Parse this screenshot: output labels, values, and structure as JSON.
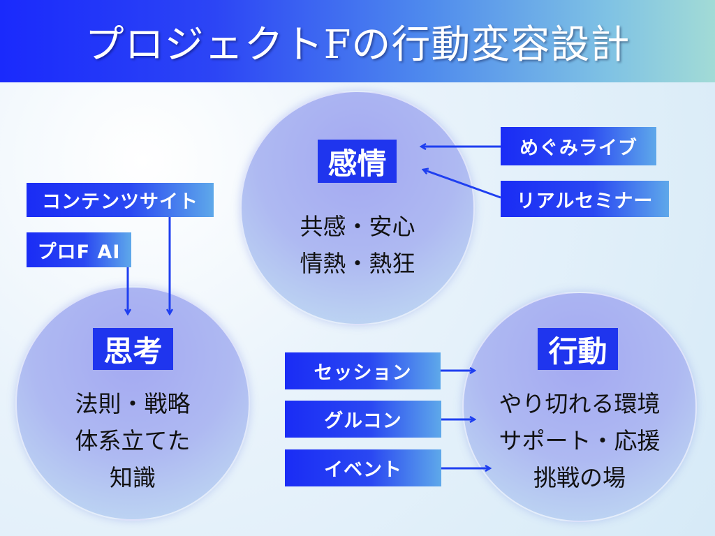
{
  "title": "プロジェクトFの行動変容設計",
  "circles": {
    "emotion": {
      "label": "感情",
      "lines": [
        "共感・安心",
        "情熱・熱狂"
      ]
    },
    "thinking": {
      "label": "思考",
      "lines": [
        "法則・戦略",
        "体系立てた",
        "知識"
      ]
    },
    "action": {
      "label": "行動",
      "lines": [
        "やり切れる環境",
        "サポート・応援",
        "挑戦の場"
      ]
    }
  },
  "tags": {
    "megumi_live": "めぐみライブ",
    "real_seminar": "リアルセミナー",
    "content_site": "コンテンツサイト",
    "prof_ai": "プロF AI",
    "session": "セッション",
    "grucon": "グルコン",
    "event": "イベント"
  }
}
